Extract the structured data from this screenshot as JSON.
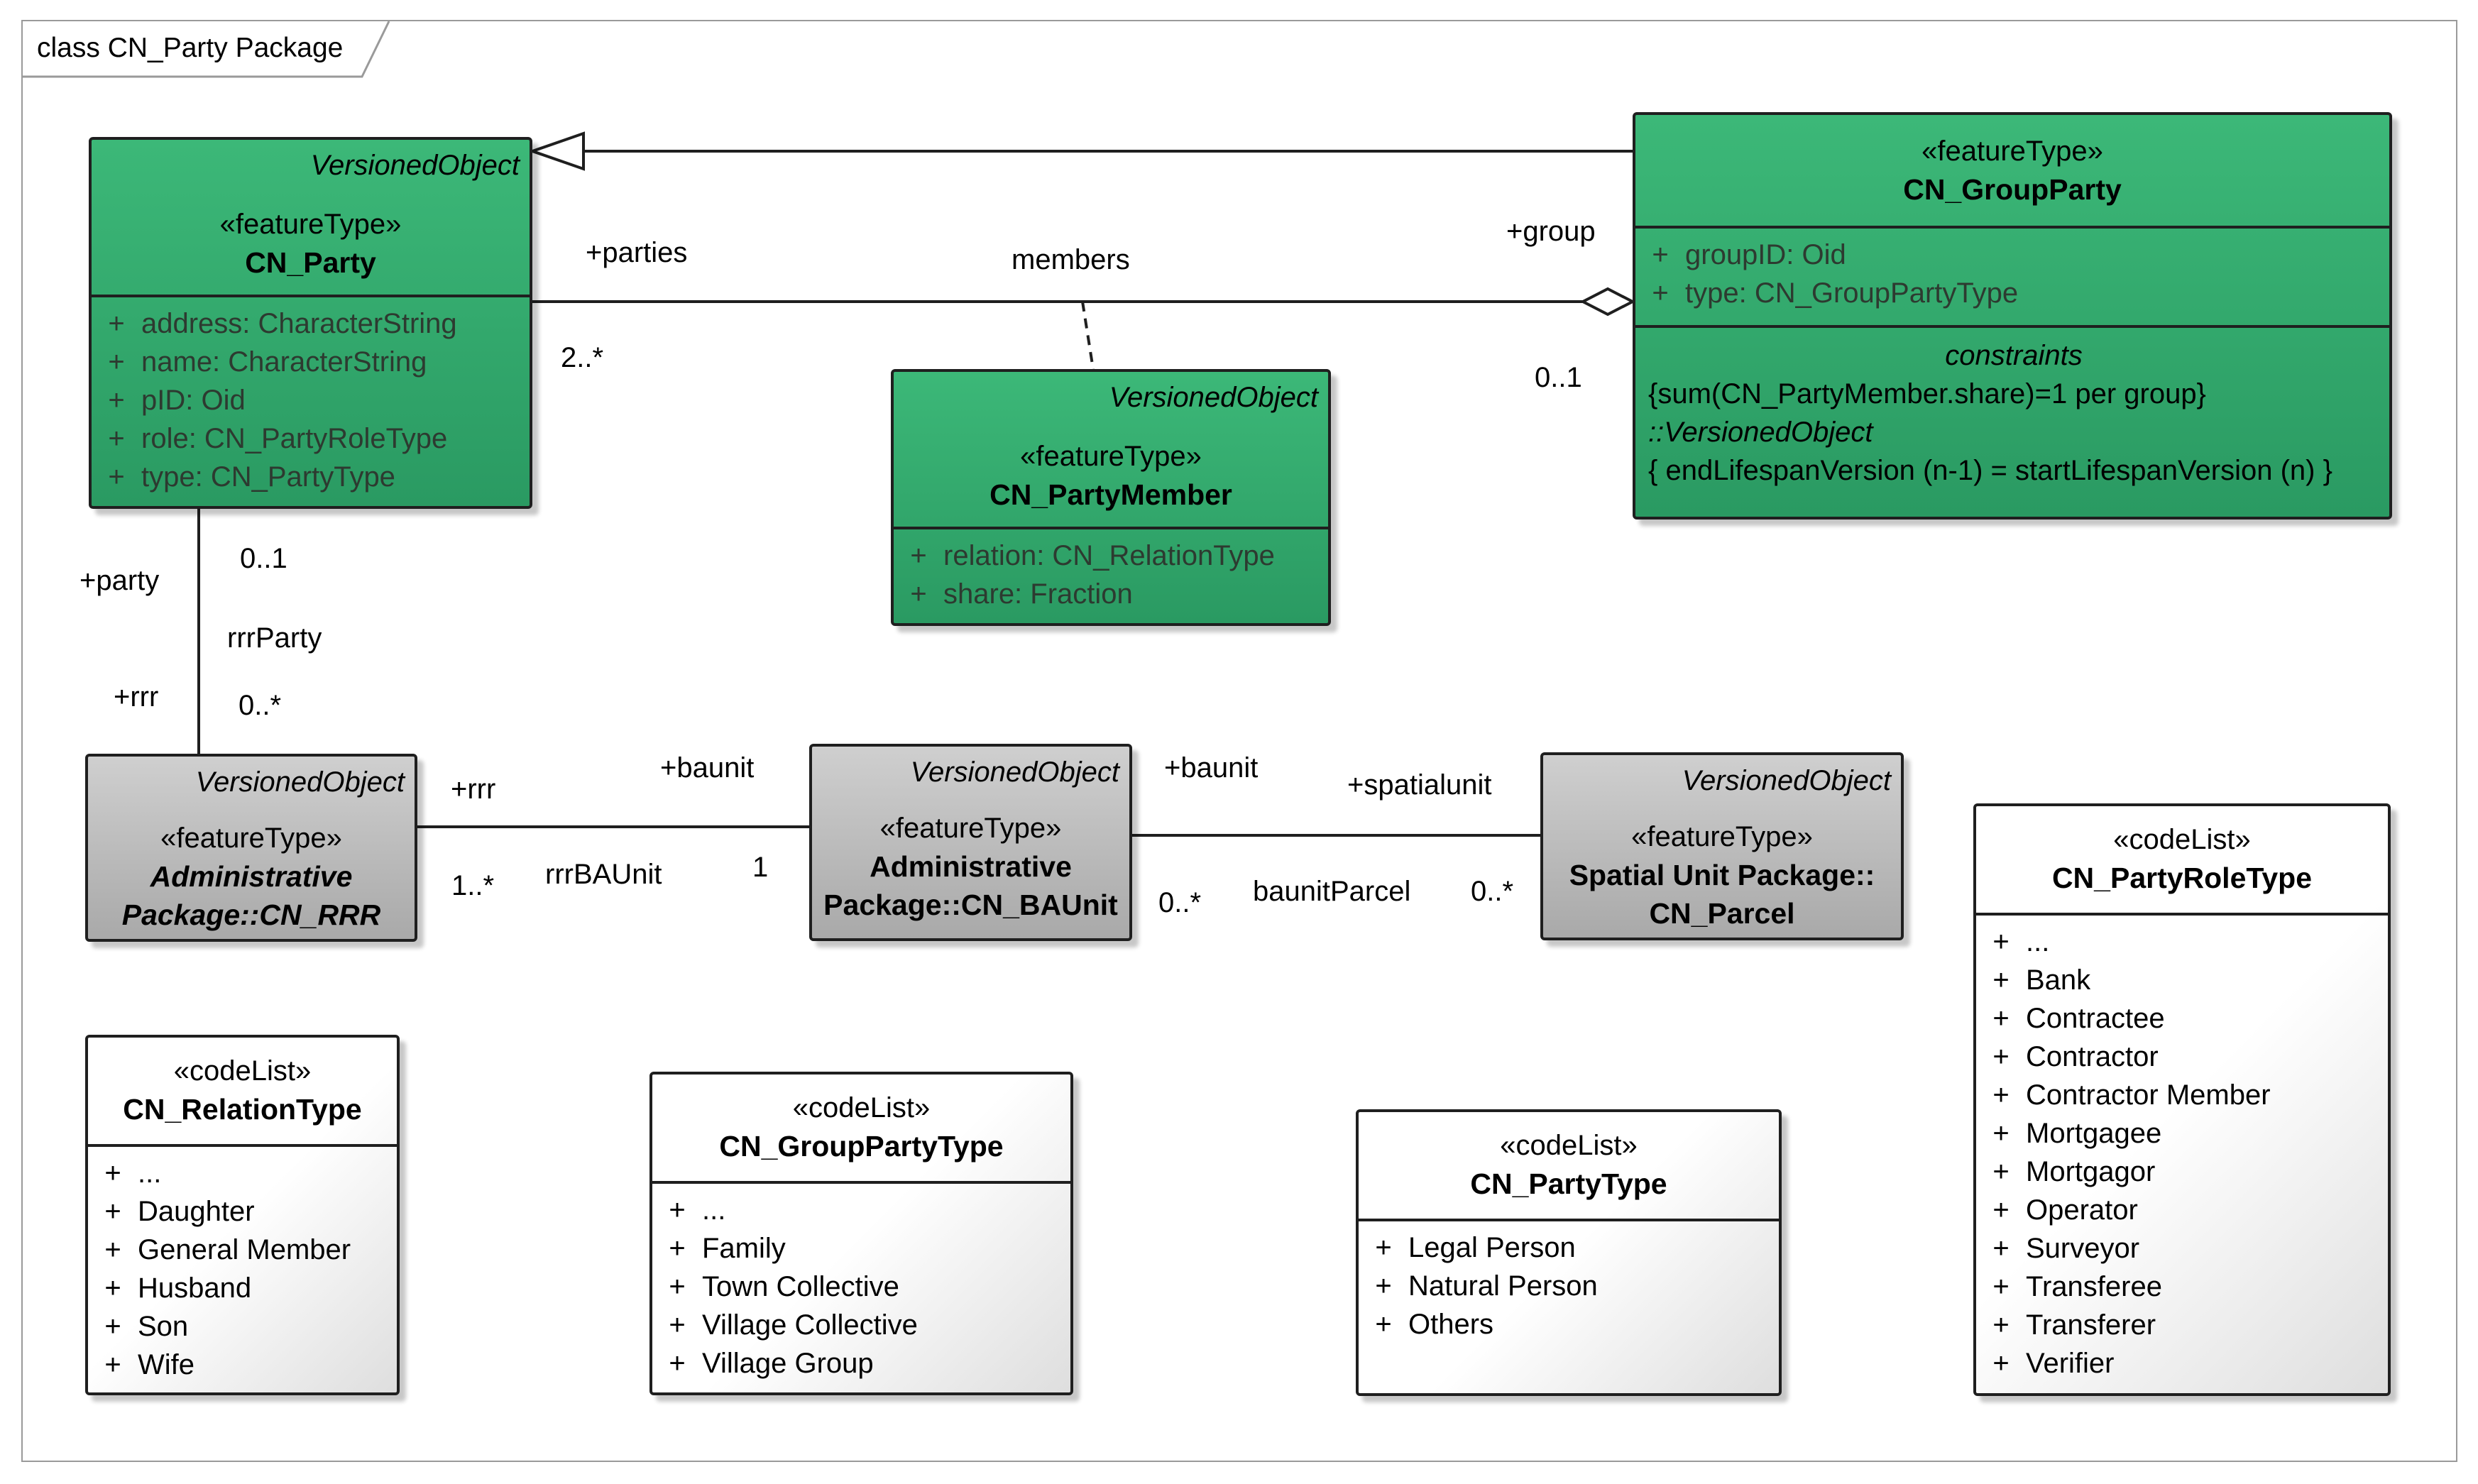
{
  "diagram_title": "class CN_Party Package",
  "classes": {
    "cn_party": {
      "versioned": "VersionedObject",
      "stereotype": "«featureType»",
      "name": "CN_Party",
      "attributes": [
        {
          "vis": "+",
          "text": "address: CharacterString"
        },
        {
          "vis": "+",
          "text": "name: CharacterString"
        },
        {
          "vis": "+",
          "text": "pID: Oid"
        },
        {
          "vis": "+",
          "text": "role: CN_PartyRoleType"
        },
        {
          "vis": "+",
          "text": "type: CN_PartyType"
        }
      ]
    },
    "cn_group_party": {
      "stereotype": "«featureType»",
      "name": "CN_GroupParty",
      "attributes": [
        {
          "vis": "+",
          "text": "groupID: Oid"
        },
        {
          "vis": "+",
          "text": "type: CN_GroupPartyType"
        }
      ],
      "constraints_title": "constraints",
      "constraint_1": "{sum(CN_PartyMember.share)=1 per group}",
      "constraint_2_title": "::VersionedObject",
      "constraint_2": "{ endLifespanVersion (n-1) = startLifespanVersion (n) }"
    },
    "cn_party_member": {
      "versioned": "VersionedObject",
      "stereotype": "«featureType»",
      "name": "CN_PartyMember",
      "attributes": [
        {
          "vis": "+",
          "text": "relation: CN_RelationType"
        },
        {
          "vis": "+",
          "text": "share: Fraction"
        }
      ]
    },
    "cn_rrr": {
      "versioned": "VersionedObject",
      "stereotype": "«featureType»",
      "name_line1": "Administrative",
      "name_line2": "Package::CN_RRR"
    },
    "cn_baunit": {
      "versioned": "VersionedObject",
      "stereotype": "«featureType»",
      "name_line1": "Administrative",
      "name_line2": "Package::CN_BAUnit"
    },
    "cn_parcel": {
      "versioned": "VersionedObject",
      "stereotype": "«featureType»",
      "name_line1": "Spatial Unit Package::",
      "name_line2": "CN_Parcel"
    },
    "cn_relation_type": {
      "stereotype": "«codeList»",
      "name": "CN_RelationType",
      "attributes": [
        {
          "vis": "+",
          "text": "..."
        },
        {
          "vis": "+",
          "text": "Daughter"
        },
        {
          "vis": "+",
          "text": "General Member"
        },
        {
          "vis": "+",
          "text": "Husband"
        },
        {
          "vis": "+",
          "text": "Son"
        },
        {
          "vis": "+",
          "text": "Wife"
        }
      ]
    },
    "cn_group_party_type": {
      "stereotype": "«codeList»",
      "name": "CN_GroupPartyType",
      "attributes": [
        {
          "vis": "+",
          "text": "..."
        },
        {
          "vis": "+",
          "text": "Family"
        },
        {
          "vis": "+",
          "text": "Town Collective"
        },
        {
          "vis": "+",
          "text": "Village Collective"
        },
        {
          "vis": "+",
          "text": "Village Group"
        }
      ]
    },
    "cn_party_type": {
      "stereotype": "«codeList»",
      "name": "CN_PartyType",
      "attributes": [
        {
          "vis": "+",
          "text": "Legal Person"
        },
        {
          "vis": "+",
          "text": "Natural Person"
        },
        {
          "vis": "+",
          "text": "Others"
        }
      ]
    },
    "cn_party_role_type": {
      "stereotype": "«codeList»",
      "name": "CN_PartyRoleType",
      "attributes": [
        {
          "vis": "+",
          "text": "..."
        },
        {
          "vis": "+",
          "text": "Bank"
        },
        {
          "vis": "+",
          "text": "Contractee"
        },
        {
          "vis": "+",
          "text": "Contractor"
        },
        {
          "vis": "+",
          "text": "Contractor Member"
        },
        {
          "vis": "+",
          "text": "Mortgagee"
        },
        {
          "vis": "+",
          "text": "Mortgagor"
        },
        {
          "vis": "+",
          "text": "Operator"
        },
        {
          "vis": "+",
          "text": "Surveyor"
        },
        {
          "vis": "+",
          "text": "Transferee"
        },
        {
          "vis": "+",
          "text": "Transferer"
        },
        {
          "vis": "+",
          "text": "Verifier"
        }
      ]
    }
  },
  "associations": {
    "members": {
      "name": "members",
      "role_a": "+parties",
      "mult_a": "2..*",
      "role_b": "+group",
      "mult_b": "0..1"
    },
    "rrr_party": {
      "name": "rrrParty",
      "role_a": "+party",
      "mult_a": "0..1",
      "role_b": "+rrr",
      "mult_b": "0..*"
    },
    "rrr_baunit": {
      "name": "rrrBAUnit",
      "role_a": "+rrr",
      "mult_a": "1..*",
      "role_b": "+baunit",
      "mult_b": "1"
    },
    "baunit_parcel": {
      "name": "baunitParcel",
      "role_a": "+baunit",
      "mult_a": "0..*",
      "role_b": "+spatialunit",
      "mult_b": "0..*"
    }
  },
  "colors": {
    "feature_fill": "#2fa86a",
    "external_fill": "#b8b8b8",
    "codelist_fill": "#ffffff",
    "border": "#1f1f1f",
    "frame": "#9a9a9a"
  }
}
